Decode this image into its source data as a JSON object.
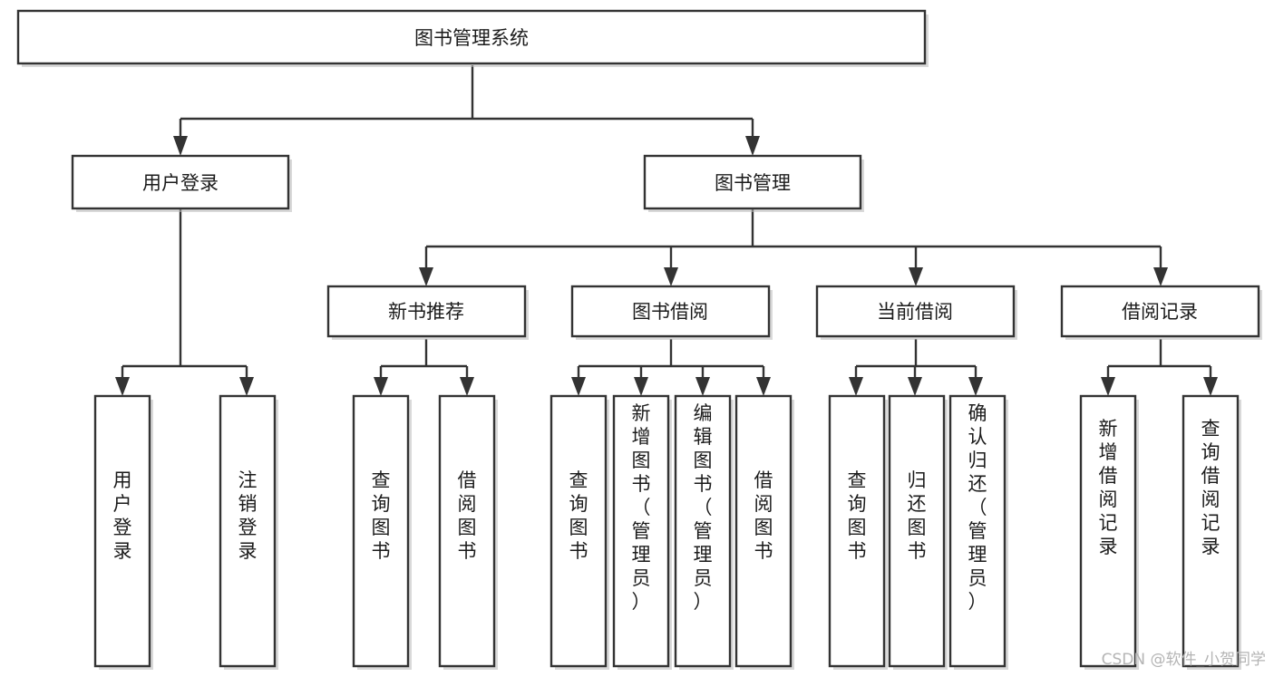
{
  "diagram": {
    "title": "图书管理系统",
    "type": "tree-hierarchy-chart",
    "root": {
      "id": "root",
      "label": "图书管理系统"
    },
    "level2": [
      {
        "id": "user-login",
        "label": "用户登录"
      },
      {
        "id": "book-manage",
        "label": "图书管理"
      }
    ],
    "level3": [
      {
        "id": "new-book-recommend",
        "label": "新书推荐",
        "parent": "book-manage"
      },
      {
        "id": "book-borrow",
        "label": "图书借阅",
        "parent": "book-manage"
      },
      {
        "id": "current-borrow",
        "label": "当前借阅",
        "parent": "book-manage"
      },
      {
        "id": "borrow-record",
        "label": "借阅记录",
        "parent": "book-manage"
      }
    ],
    "leaves": [
      {
        "id": "leaf-user-login",
        "label": "用户登录",
        "parent": "user-login"
      },
      {
        "id": "leaf-logout-login",
        "label": "注销登录",
        "parent": "user-login"
      },
      {
        "id": "leaf-query-book-1",
        "label": "查询图书",
        "parent": "new-book-recommend"
      },
      {
        "id": "leaf-borrow-book-1",
        "label": "借阅图书",
        "parent": "new-book-recommend"
      },
      {
        "id": "leaf-query-book-2",
        "label": "查询图书",
        "parent": "book-borrow"
      },
      {
        "id": "leaf-add-book",
        "label": "新增图书（管理员）",
        "parent": "book-borrow"
      },
      {
        "id": "leaf-edit-book",
        "label": "编辑图书（管理员）",
        "parent": "book-borrow"
      },
      {
        "id": "leaf-borrow-book-2",
        "label": "借阅图书",
        "parent": "book-borrow"
      },
      {
        "id": "leaf-query-book-3",
        "label": "查询图书",
        "parent": "current-borrow"
      },
      {
        "id": "leaf-return-book",
        "label": "归还图书",
        "parent": "current-borrow"
      },
      {
        "id": "leaf-confirm-return",
        "label": "确认归还（管理员）",
        "parent": "current-borrow"
      },
      {
        "id": "leaf-add-record",
        "label": "新增借阅记录",
        "parent": "borrow-record"
      },
      {
        "id": "leaf-query-record",
        "label": "查询借阅记录",
        "parent": "borrow-record"
      }
    ],
    "colors": {
      "stroke": "#333333",
      "fill": "#ffffff",
      "text": "#1b1b1b",
      "watermark": "#b4b4b4"
    }
  },
  "watermark": {
    "text": "CSDN @软件_小贺同学"
  }
}
